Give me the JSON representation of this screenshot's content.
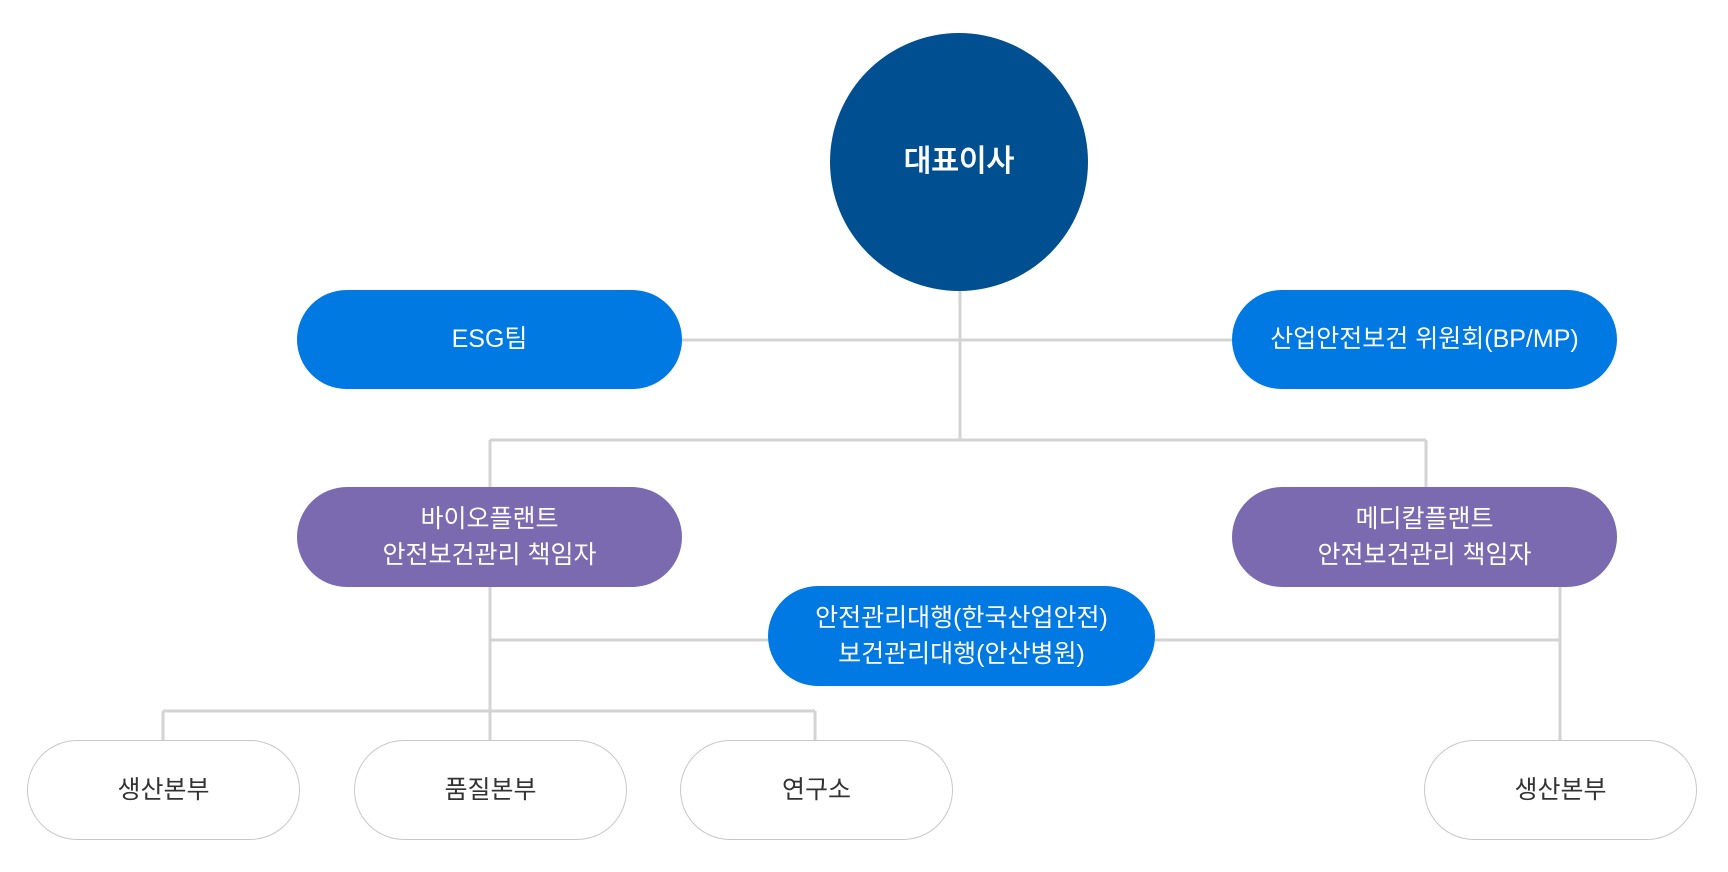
{
  "colors": {
    "ceo": "#004f90",
    "blue_node": "#0079e3",
    "purple_node": "#7b6aaf",
    "connector": "#d3d3d3",
    "outline": "#c8c8c8"
  },
  "ceo": {
    "label": "대표이사"
  },
  "esg": {
    "label": "ESG팀"
  },
  "committee": {
    "label": "산업안전보건 위원회(BP/MP)"
  },
  "bio_plant": {
    "line1": "바이오플랜트",
    "line2": "안전보건관리 책임자"
  },
  "medical_plant": {
    "line1": "메디칼플랜트",
    "line2": "안전보건관리 책임자"
  },
  "agency": {
    "line1": "안전관리대행(한국산업안전)",
    "line2": "보건관리대행(안산병원)"
  },
  "departments": {
    "bio_production": "생산본부",
    "quality": "품질본부",
    "research": "연구소",
    "medical_production": "생산본부"
  }
}
